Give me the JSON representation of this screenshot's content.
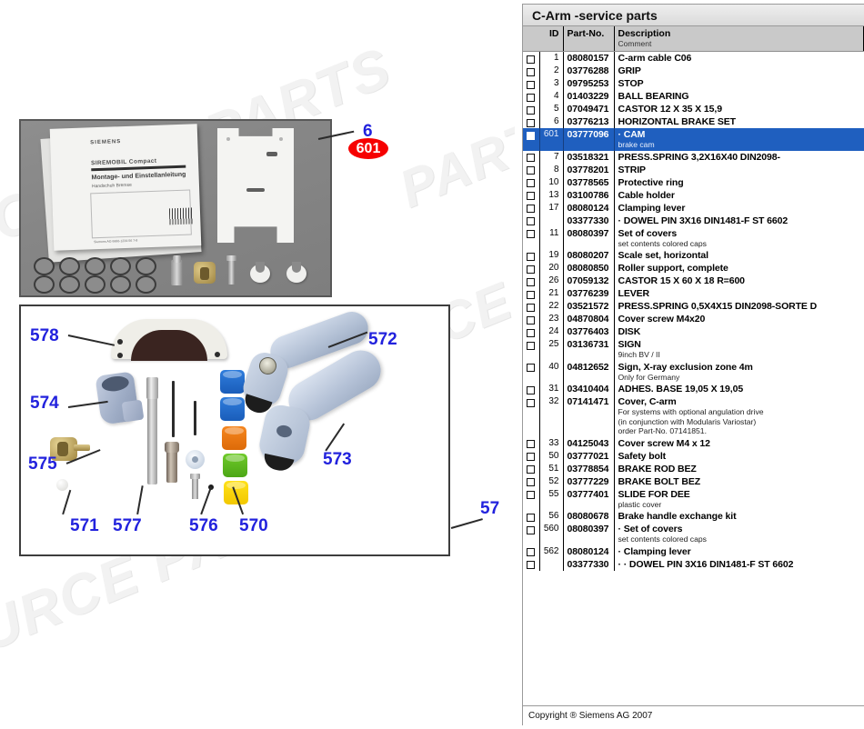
{
  "watermark": {
    "text_a": "SOURCE PARTS",
    "text_b": "PARTSSOURCE"
  },
  "panels": {
    "photo": {
      "doc_logo": "SIEMENS",
      "doc_title1": "SIREMOBIL Compact",
      "doc_title2": "Montage- und Einstellanleitung",
      "doc_title3": "Handschuh Bremse",
      "doc_footer": "Siemens AG  6666-1234-56 7-8"
    },
    "callouts_photo": [
      {
        "id": "callout-6",
        "label": "6",
        "style": "plain"
      },
      {
        "id": "callout-601",
        "label": "601",
        "style": "balloon"
      }
    ],
    "callouts_parts": [
      {
        "id": "callout-578",
        "label": "578"
      },
      {
        "id": "callout-572",
        "label": "572"
      },
      {
        "id": "callout-574",
        "label": "574"
      },
      {
        "id": "callout-575",
        "label": "575"
      },
      {
        "id": "callout-573",
        "label": "573"
      },
      {
        "id": "callout-571",
        "label": "571"
      },
      {
        "id": "callout-577",
        "label": "577"
      },
      {
        "id": "callout-576",
        "label": "576"
      },
      {
        "id": "callout-570",
        "label": "570"
      },
      {
        "id": "callout-57",
        "label": "57"
      }
    ]
  },
  "colors": {
    "callout_blue": "#2222dd",
    "balloon_red": "#f60000",
    "selection_blue": "#1f5fbf",
    "header_gray": "#c9c9c9",
    "title_gray": "#dadada"
  },
  "table": {
    "title": "C-Arm -service parts",
    "headers": {
      "checkbox": "",
      "id": "ID",
      "part_no": "Part-No.",
      "description": "Description",
      "description_sub": "Comment"
    },
    "footer": "Copyright ® Siemens AG 2007",
    "rows": [
      {
        "checked": false,
        "id": "1",
        "part_no": "08080157",
        "description": "C-arm cable C06",
        "comment": "",
        "selected": false
      },
      {
        "checked": false,
        "id": "2",
        "part_no": "03776288",
        "description": "GRIP",
        "comment": "",
        "selected": false
      },
      {
        "checked": false,
        "id": "3",
        "part_no": "09795253",
        "description": "STOP",
        "comment": "",
        "selected": false
      },
      {
        "checked": false,
        "id": "4",
        "part_no": "01403229",
        "description": "BALL BEARING",
        "comment": "",
        "selected": false
      },
      {
        "checked": false,
        "id": "5",
        "part_no": "07049471",
        "description": "CASTOR 12 X 35 X 15,9",
        "comment": "",
        "selected": false
      },
      {
        "checked": false,
        "id": "6",
        "part_no": "03776213",
        "description": "HORIZONTAL BRAKE SET",
        "comment": "",
        "selected": false
      },
      {
        "checked": false,
        "id": "601",
        "part_no": "03777096",
        "description": "· CAM",
        "comment": "brake cam",
        "selected": true
      },
      {
        "checked": false,
        "id": "7",
        "part_no": "03518321",
        "description": "PRESS.SPRING 3,2X16X40 DIN2098-",
        "comment": "",
        "selected": false
      },
      {
        "checked": false,
        "id": "8",
        "part_no": "03778201",
        "description": "STRIP",
        "comment": "",
        "selected": false
      },
      {
        "checked": false,
        "id": "10",
        "part_no": "03778565",
        "description": "Protective ring",
        "comment": "",
        "selected": false
      },
      {
        "checked": false,
        "id": "13",
        "part_no": "03100786",
        "description": "Cable holder",
        "comment": "",
        "selected": false
      },
      {
        "checked": false,
        "id": "17",
        "part_no": "08080124",
        "description": "Clamping lever",
        "comment": "",
        "selected": false
      },
      {
        "checked": false,
        "id": "",
        "part_no": "03377330",
        "description": "· DOWEL PIN 3X16 DIN1481-F ST 6602",
        "comment": "",
        "selected": false
      },
      {
        "checked": false,
        "id": "11",
        "part_no": "08080397",
        "description": "Set of covers",
        "comment": "set contents colored caps",
        "selected": false
      },
      {
        "checked": false,
        "id": "19",
        "part_no": "08080207",
        "description": "Scale set, horizontal",
        "comment": "",
        "selected": false
      },
      {
        "checked": false,
        "id": "20",
        "part_no": "08080850",
        "description": "Roller support, complete",
        "comment": "",
        "selected": false
      },
      {
        "checked": false,
        "id": "26",
        "part_no": "07059132",
        "description": "CASTOR 15 X 60 X 18 R=600",
        "comment": "",
        "selected": false
      },
      {
        "checked": false,
        "id": "21",
        "part_no": "03776239",
        "description": "LEVER",
        "comment": "",
        "selected": false
      },
      {
        "checked": false,
        "id": "22",
        "part_no": "03521572",
        "description": "PRESS.SPRING 0,5X4X15 DIN2098-SORTE D",
        "comment": "",
        "selected": false
      },
      {
        "checked": false,
        "id": "23",
        "part_no": "04870804",
        "description": "Cover screw M4x20",
        "comment": "",
        "selected": false
      },
      {
        "checked": false,
        "id": "24",
        "part_no": "03776403",
        "description": "DISK",
        "comment": "",
        "selected": false
      },
      {
        "checked": false,
        "id": "25",
        "part_no": "03136731",
        "description": "SIGN",
        "comment": "9inch BV / II",
        "selected": false
      },
      {
        "checked": false,
        "id": "40",
        "part_no": "04812652",
        "description": "Sign, X-ray exclusion zone 4m",
        "comment": "Only for Germany",
        "selected": false
      },
      {
        "checked": false,
        "id": "31",
        "part_no": "03410404",
        "description": "ADHES. BASE 19,05 X 19,05",
        "comment": "",
        "selected": false
      },
      {
        "checked": false,
        "id": "32",
        "part_no": "07141471",
        "description": "Cover, C-arm",
        "comment": " For systems with optional angulation drive\n(in conjunction with Modularis Variostar)\norder Part-No. 07141851.",
        "selected": false
      },
      {
        "checked": false,
        "id": "33",
        "part_no": "04125043",
        "description": "Cover screw M4 x 12",
        "comment": "",
        "selected": false
      },
      {
        "checked": false,
        "id": "50",
        "part_no": "03777021",
        "description": "Safety bolt",
        "comment": "",
        "selected": false
      },
      {
        "checked": false,
        "id": "51",
        "part_no": "03778854",
        "description": "BRAKE ROD BEZ",
        "comment": "",
        "selected": false
      },
      {
        "checked": false,
        "id": "52",
        "part_no": "03777229",
        "description": "BRAKE BOLT BEZ",
        "comment": "",
        "selected": false
      },
      {
        "checked": false,
        "id": "55",
        "part_no": "03777401",
        "description": "SLIDE FOR DEE",
        "comment": "plastic cover",
        "selected": false
      },
      {
        "checked": false,
        "id": "56",
        "part_no": "08080678",
        "description": "Brake handle exchange kit",
        "comment": "",
        "selected": false
      },
      {
        "checked": false,
        "id": "560",
        "part_no": "08080397",
        "description": "· Set of covers",
        "comment": "set contents colored caps",
        "selected": false
      },
      {
        "checked": false,
        "id": "562",
        "part_no": "08080124",
        "description": "· Clamping lever",
        "comment": "",
        "selected": false
      },
      {
        "checked": false,
        "id": "",
        "part_no": "03377330",
        "description": "· · DOWEL PIN 3X16 DIN1481-F ST 6602",
        "comment": "",
        "selected": false
      }
    ]
  }
}
